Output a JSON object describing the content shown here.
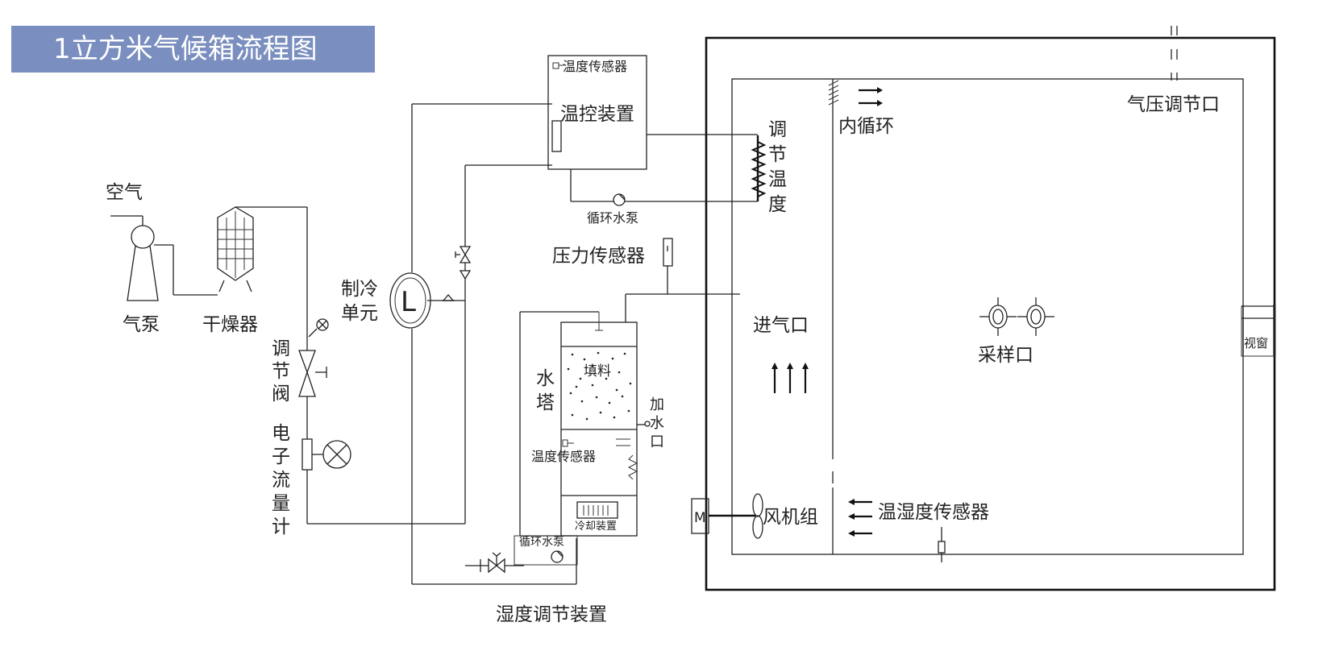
{
  "title": "1立方米气候箱流程图",
  "labels": {
    "air": "空气",
    "air_pump": "气泵",
    "dryer": "干燥器",
    "regulating_valve": "调节阀",
    "flow_meter": "电子流量计",
    "refrigeration_unit": "制冷单元",
    "refrigeration_symbol": "L",
    "temp_sensor_top": "温度传感器",
    "temp_control_device": "温控装置",
    "circulation_pump_top": "循环水泵",
    "adjust_temp": "调节温度",
    "pressure_sensor": "压力传感器",
    "water_tower": "水塔",
    "packing": "填料",
    "water_inlet": "加水口",
    "temp_sensor_tower": "温度传感器",
    "cooling_device": "冷却装置",
    "circulation_pump_bottom": "循环水泵",
    "humidity_device": "湿度调节装置",
    "inner_circulation": "内循环",
    "pressure_port": "气压调节口",
    "air_inlet": "进气口",
    "sampling_port": "采样口",
    "window": "视窗",
    "fan_unit": "风机组",
    "motor": "M",
    "temp_humidity_sensor": "温湿度传感器"
  },
  "colors": {
    "title_bg": "#7a8fbf",
    "title_text": "#ffffff",
    "line": "#222222"
  }
}
